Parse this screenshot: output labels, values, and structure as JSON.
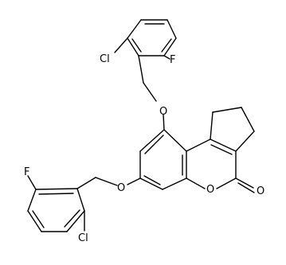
{
  "structure": {
    "atom_labels": {
      "cl_top": "Cl",
      "f_top": "F",
      "o_ether_top": "O",
      "o_ether_bottom": "O",
      "o_ring": "O",
      "o_carbonyl": "O",
      "f_bottom": "F",
      "cl_bottom": "Cl"
    }
  }
}
